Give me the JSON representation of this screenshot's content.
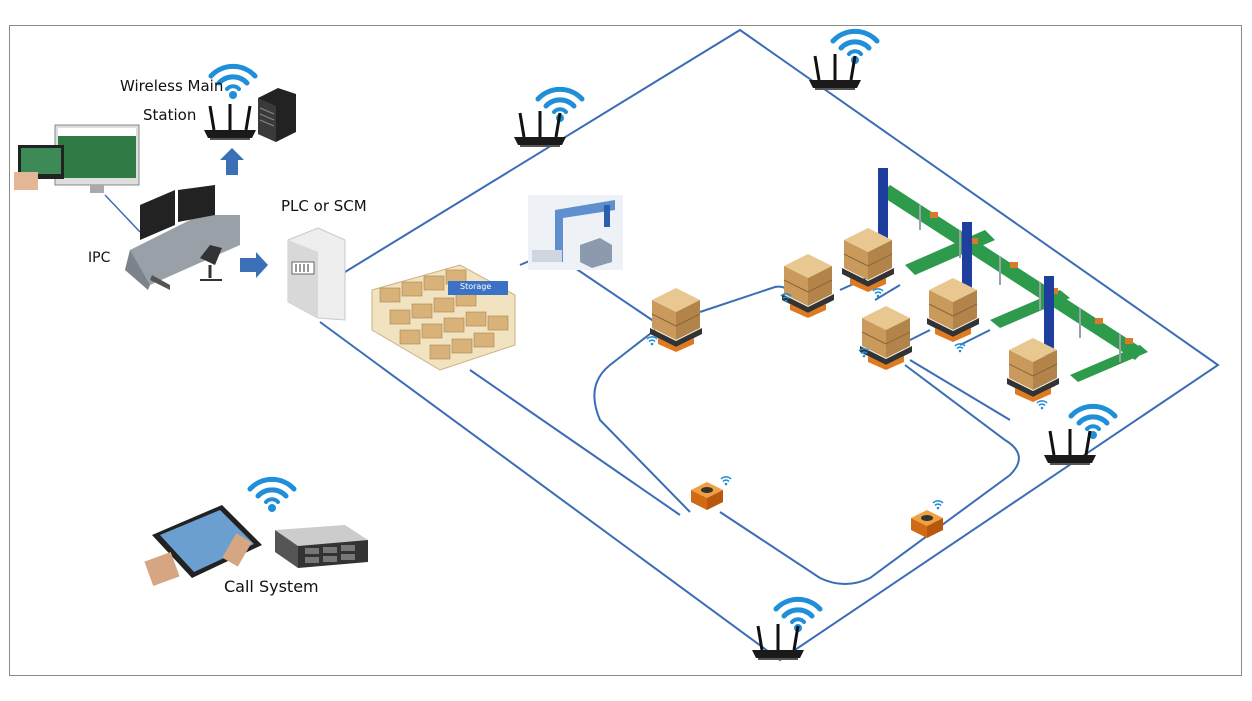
{
  "labels": {
    "wireless_main_line1": "Wireless Main",
    "wireless_main_line2": "Station",
    "ipc": "IPC",
    "plc": "PLC or SCM",
    "call_system": "Call System",
    "storage": "Storage"
  },
  "colors": {
    "path_line": "#3a6db5",
    "wifi": "#1e8fd8",
    "arrow": "#3b6fb6",
    "agv_orange": "#e07a1f",
    "cardboard": "#d9b27a",
    "conveyor_green": "#2e9a4b",
    "robot_blue": "#1f3f9e"
  },
  "icons": [
    "wifi-icon",
    "router-icon",
    "server-icon",
    "monitor-icon",
    "tablet-icon",
    "agv-icon",
    "pallet-icon",
    "conveyor-icon",
    "robot-arm-icon",
    "arrow-up-icon",
    "arrow-right-icon"
  ]
}
